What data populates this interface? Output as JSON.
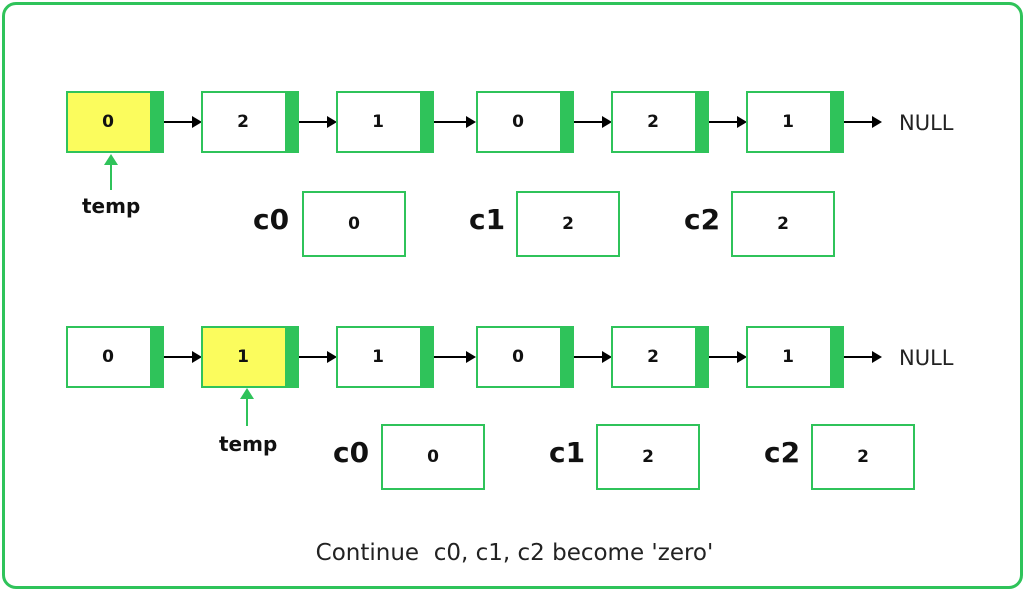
{
  "null_label": "NULL",
  "temp_label": "temp",
  "caption": "Continue  c0, c1, c2 become 'zero'",
  "colors": {
    "accent": "#2fc35a",
    "highlight": "#fbfc5d"
  },
  "rows": [
    {
      "nodes": [
        "0",
        "2",
        "1",
        "0",
        "2",
        "1"
      ],
      "temp_index": 0,
      "counters": [
        {
          "label": "c0",
          "value": "0"
        },
        {
          "label": "c1",
          "value": "2"
        },
        {
          "label": "c2",
          "value": "2"
        }
      ]
    },
    {
      "nodes": [
        "0",
        "1",
        "1",
        "0",
        "2",
        "1"
      ],
      "temp_index": 1,
      "counters": [
        {
          "label": "c0",
          "value": "0"
        },
        {
          "label": "c1",
          "value": "2"
        },
        {
          "label": "c2",
          "value": "2"
        }
      ]
    }
  ]
}
